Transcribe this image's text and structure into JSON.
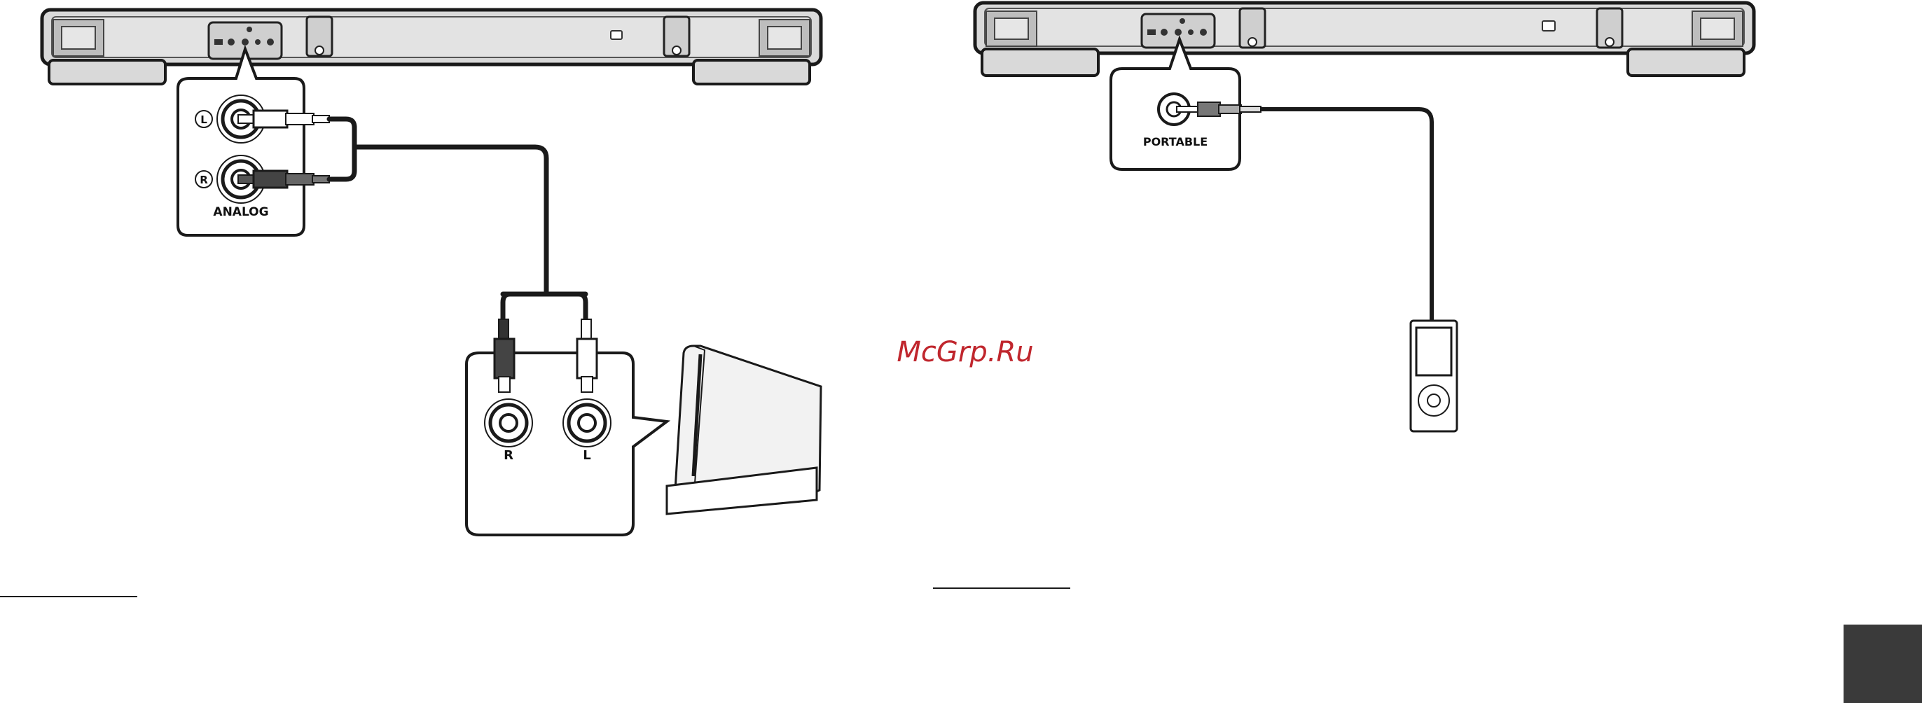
{
  "labels": {
    "analog": "ANALOG",
    "left_channel_marker": "L",
    "right_channel_marker": "R",
    "console_right": "R",
    "console_left": "L",
    "portable": "PORTABLE"
  },
  "watermark": {
    "text": "McGrp.Ru",
    "color": "#c0262d"
  },
  "colors": {
    "outline": "#1a1a1a",
    "body": "#d9d9d9",
    "console": "#efefef",
    "tab": "#3a3a3a"
  }
}
